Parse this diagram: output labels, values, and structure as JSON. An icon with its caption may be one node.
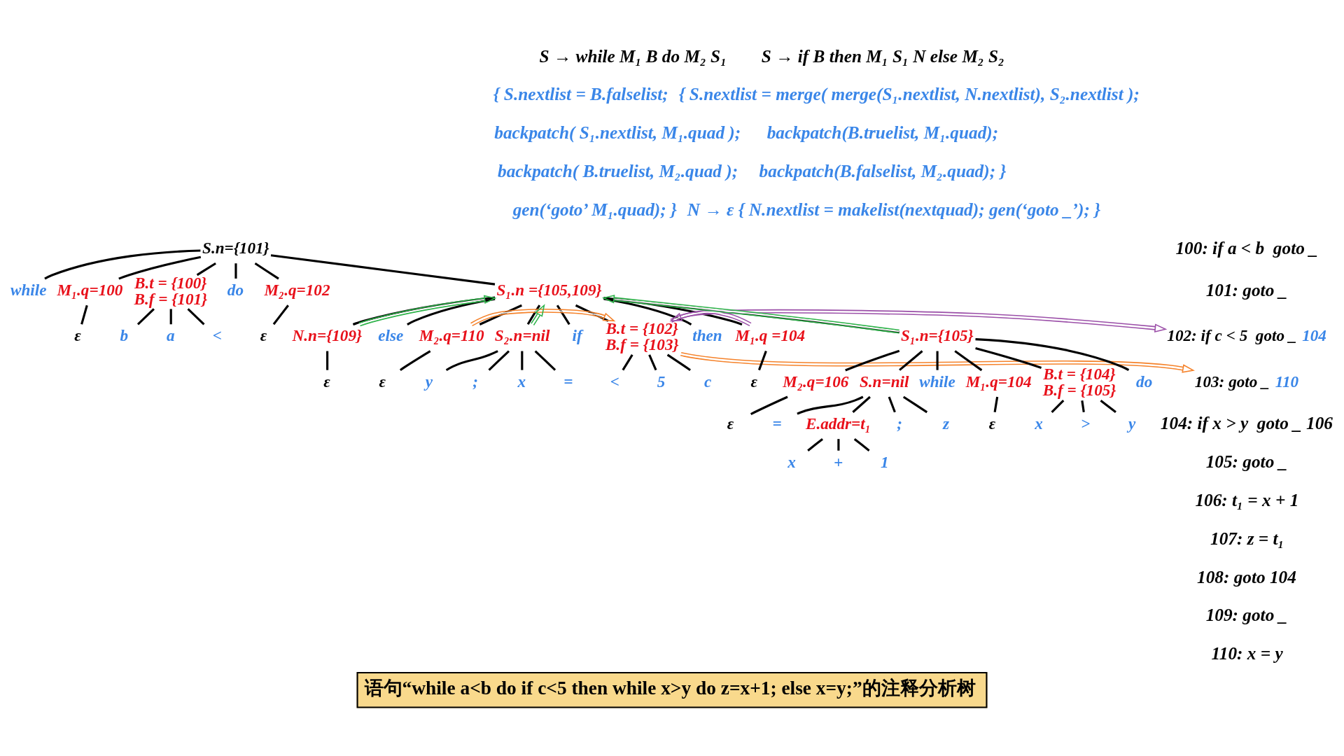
{
  "diagram": {
    "caption": "语句“while a<b do if c<5 then while x>y do z=x+1; else x=y;”的注释分析树",
    "nodes": [
      {
        "text": [
          "S.n={101}"
        ]
      },
      {
        "text": [
          "while"
        ]
      },
      {
        "text": [
          "M₁.q=100"
        ]
      },
      {
        "text": [
          "B.t = {100}",
          "B.f = {101}"
        ]
      },
      {
        "text": [
          "do"
        ]
      },
      {
        "text": [
          "M₂.q=102"
        ]
      },
      {
        "text": [
          "S₁.n ={105,109}"
        ]
      },
      {
        "text": [
          "ε"
        ]
      },
      {
        "text": [
          "a"
        ]
      },
      {
        "text": [
          "<"
        ]
      },
      {
        "text": [
          "b"
        ]
      },
      {
        "text": [
          "ε"
        ]
      },
      {
        "text": [
          "if"
        ]
      },
      {
        "text": [
          "B.t = {102}",
          "B.f = {103}"
        ]
      },
      {
        "text": [
          "then"
        ]
      },
      {
        "text": [
          "M₁.q =104"
        ]
      },
      {
        "text": [
          "S₁.n={105}"
        ]
      },
      {
        "text": [
          "N.n={109}"
        ]
      },
      {
        "text": [
          "else"
        ]
      },
      {
        "text": [
          "M₂.q=110"
        ]
      },
      {
        "text": [
          "S₂.n=nil"
        ]
      },
      {
        "text": [
          "c"
        ]
      },
      {
        "text": [
          "<"
        ]
      },
      {
        "text": [
          "5"
        ]
      },
      {
        "text": [
          "ε"
        ]
      },
      {
        "text": [
          "ε"
        ]
      },
      {
        "text": [
          "ε"
        ]
      },
      {
        "text": [
          "x"
        ]
      },
      {
        "text": [
          "="
        ]
      },
      {
        "text": [
          "y"
        ]
      },
      {
        "text": [
          ";"
        ]
      },
      {
        "text": [
          "while"
        ]
      },
      {
        "text": [
          "M₁.q=104"
        ]
      },
      {
        "text": [
          "B.t = {104}",
          "B.f = {105}"
        ]
      },
      {
        "text": [
          "do"
        ]
      },
      {
        "text": [
          "M₂.q=106"
        ]
      },
      {
        "text": [
          "S.n=nil"
        ]
      },
      {
        "text": [
          "ε"
        ]
      },
      {
        "text": [
          "x"
        ]
      },
      {
        "text": [
          ">"
        ]
      },
      {
        "text": [
          "y"
        ]
      },
      {
        "text": [
          "ε"
        ]
      },
      {
        "text": [
          "z"
        ]
      },
      {
        "text": [
          "="
        ]
      },
      {
        "text": [
          "E.addr=t₁"
        ]
      },
      {
        "text": [
          ";"
        ]
      },
      {
        "text": [
          "x"
        ]
      },
      {
        "text": [
          "+"
        ]
      },
      {
        "text": [
          "1"
        ]
      },
      {
        "text": [
          "102: if c < 5  goto _",
          "104"
        ]
      },
      {
        "text": [
          "103: goto _",
          "110"
        ]
      }
    ],
    "edges": [
      {
        "from": 0,
        "to": 1,
        "arrow": "none"
      },
      {
        "from": 0,
        "to": 2,
        "arrow": "none"
      },
      {
        "from": 0,
        "to": 3,
        "arrow": "none"
      },
      {
        "from": 0,
        "to": 4,
        "arrow": "none"
      },
      {
        "from": 0,
        "to": 5,
        "arrow": "none"
      },
      {
        "from": 0,
        "to": 6,
        "arrow": "none"
      },
      {
        "from": 2,
        "to": 7,
        "arrow": "none"
      },
      {
        "from": 3,
        "to": 8,
        "arrow": "none"
      },
      {
        "from": 3,
        "to": 9,
        "arrow": "none"
      },
      {
        "from": 3,
        "to": 10,
        "arrow": "none"
      },
      {
        "from": 5,
        "to": 11,
        "arrow": "none"
      },
      {
        "from": 6,
        "to": 12,
        "arrow": "none"
      },
      {
        "from": 6,
        "to": 13,
        "arrow": "none"
      },
      {
        "from": 6,
        "to": 14,
        "arrow": "none"
      },
      {
        "from": 6,
        "to": 15,
        "arrow": "none"
      },
      {
        "from": 6,
        "to": 16,
        "arrow": "none"
      },
      {
        "from": 6,
        "to": 17,
        "arrow": "none"
      },
      {
        "from": 6,
        "to": 18,
        "arrow": "none"
      },
      {
        "from": 6,
        "to": 19,
        "arrow": "none"
      },
      {
        "from": 6,
        "to": 20,
        "arrow": "none"
      },
      {
        "from": 13,
        "to": 21,
        "arrow": "none"
      },
      {
        "from": 13,
        "to": 22,
        "arrow": "none"
      },
      {
        "from": 13,
        "to": 23,
        "arrow": "none"
      },
      {
        "from": 15,
        "to": 24,
        "arrow": "none"
      },
      {
        "from": 17,
        "to": 25,
        "arrow": "none"
      },
      {
        "from": 19,
        "to": 26,
        "arrow": "none"
      },
      {
        "from": 20,
        "to": 27,
        "arrow": "none"
      },
      {
        "from": 20,
        "to": 28,
        "arrow": "none"
      },
      {
        "from": 20,
        "to": 29,
        "arrow": "none"
      },
      {
        "from": 20,
        "to": 30,
        "arrow": "none"
      },
      {
        "from": 16,
        "to": 31,
        "arrow": "none"
      },
      {
        "from": 16,
        "to": 32,
        "arrow": "none"
      },
      {
        "from": 16,
        "to": 33,
        "arrow": "none"
      },
      {
        "from": 16,
        "to": 34,
        "arrow": "none"
      },
      {
        "from": 16,
        "to": 35,
        "arrow": "none"
      },
      {
        "from": 16,
        "to": 36,
        "arrow": "none"
      },
      {
        "from": 32,
        "to": 37,
        "arrow": "none"
      },
      {
        "from": 33,
        "to": 38,
        "arrow": "none"
      },
      {
        "from": 33,
        "to": 39,
        "arrow": "none"
      },
      {
        "from": 33,
        "to": 40,
        "arrow": "none"
      },
      {
        "from": 35,
        "to": 41,
        "arrow": "none"
      },
      {
        "from": 36,
        "to": 42,
        "arrow": "none"
      },
      {
        "from": 36,
        "to": 43,
        "arrow": "none"
      },
      {
        "from": 36,
        "to": 44,
        "arrow": "none"
      },
      {
        "from": 36,
        "to": 45,
        "arrow": "none"
      },
      {
        "from": 44,
        "to": 46,
        "arrow": "none"
      },
      {
        "from": 44,
        "to": 47,
        "arrow": "none"
      },
      {
        "from": 44,
        "to": 48,
        "arrow": "none"
      },
      {
        "from": 15,
        "to": 13,
        "arrow": "to",
        "color": "#9b4fa8"
      },
      {
        "from": 13,
        "to": 49,
        "arrow": "to",
        "color": "#9b4fa8"
      },
      {
        "from": 19,
        "to": 13,
        "arrow": "to",
        "color": "#f5822a"
      },
      {
        "from": 13,
        "to": 50,
        "arrow": "to",
        "color": "#f5822a"
      },
      {
        "from": 16,
        "to": 6,
        "arrow": "to",
        "color": "#2eb34a"
      },
      {
        "from": 17,
        "to": 6,
        "arrow": "to",
        "color": "#2eb34a"
      },
      {
        "from": 20,
        "to": 6,
        "arrow": "to",
        "color": "#2eb34a"
      }
    ],
    "labels": [
      "S → while M₁ B do M₂ S₁",
      "{ S.nextlist = B.falselist;",
      "backpatch( S₁.nextlist, M₁.quad );",
      "backpatch( B.truelist, M₂.quad );",
      "gen(‘goto’ M₁.quad); }",
      "S → if B then M₁ S₁ N else M₂ S₂",
      "{ S.nextlist = merge( merge(S₁.nextlist, N.nextlist), S₂.nextlist );",
      "backpatch(B.truelist, M₁.quad);",
      "backpatch(B.falselist, M₂.quad); }",
      "N → ε { N.nextlist = makelist(nextquad); gen(‘goto _’); }",
      "100: if a < b  goto _",
      "101: goto _",
      "104: if x > y  goto _ 106",
      "105: goto _",
      "106: t₁ = x + 1",
      "107: z = t₁",
      "108: goto 104",
      "109: goto _",
      "110: x = y"
    ]
  }
}
